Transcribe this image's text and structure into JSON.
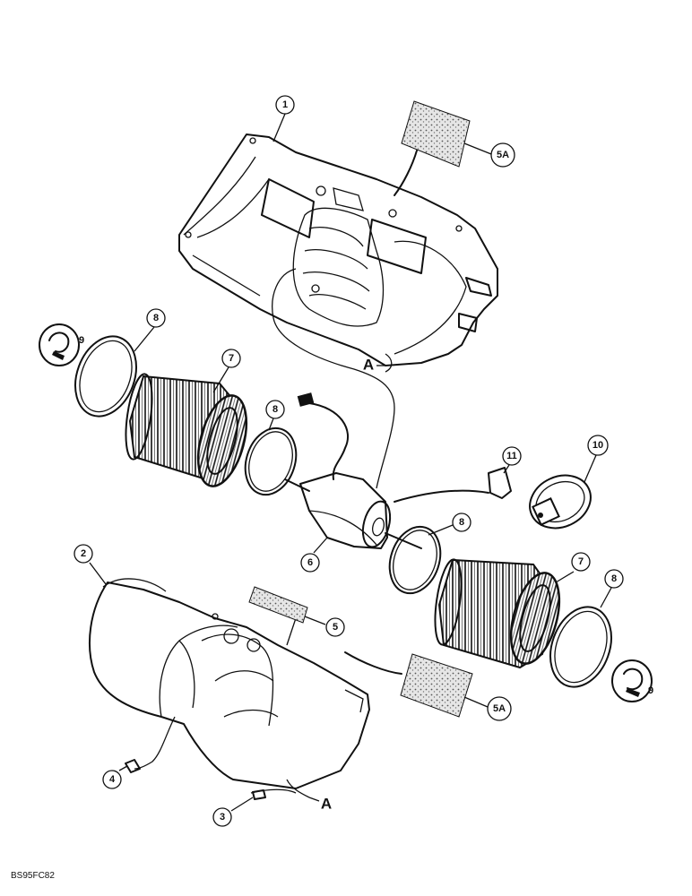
{
  "diagram": {
    "callouts": [
      {
        "id": "c1",
        "label": "1"
      },
      {
        "id": "c5a-top",
        "label": "5A"
      },
      {
        "id": "c8-left",
        "label": "8"
      },
      {
        "id": "c9-left",
        "label": "9"
      },
      {
        "id": "c7-left",
        "label": "7"
      },
      {
        "id": "c8-mid",
        "label": "8"
      },
      {
        "id": "c11",
        "label": "11"
      },
      {
        "id": "c10",
        "label": "10"
      },
      {
        "id": "c8-right",
        "label": "8"
      },
      {
        "id": "c6",
        "label": "6"
      },
      {
        "id": "c2",
        "label": "2"
      },
      {
        "id": "c5",
        "label": "5"
      },
      {
        "id": "c7-right",
        "label": "7"
      },
      {
        "id": "c8-far",
        "label": "8"
      },
      {
        "id": "c9-right",
        "label": "9"
      },
      {
        "id": "c5a-bottom",
        "label": "5A"
      },
      {
        "id": "c4",
        "label": "4"
      },
      {
        "id": "c3",
        "label": "3"
      }
    ],
    "reference_letters": [
      {
        "id": "a-top",
        "label": "A"
      },
      {
        "id": "a-bottom",
        "label": "A"
      }
    ],
    "figure_code": "BS95FC82"
  }
}
